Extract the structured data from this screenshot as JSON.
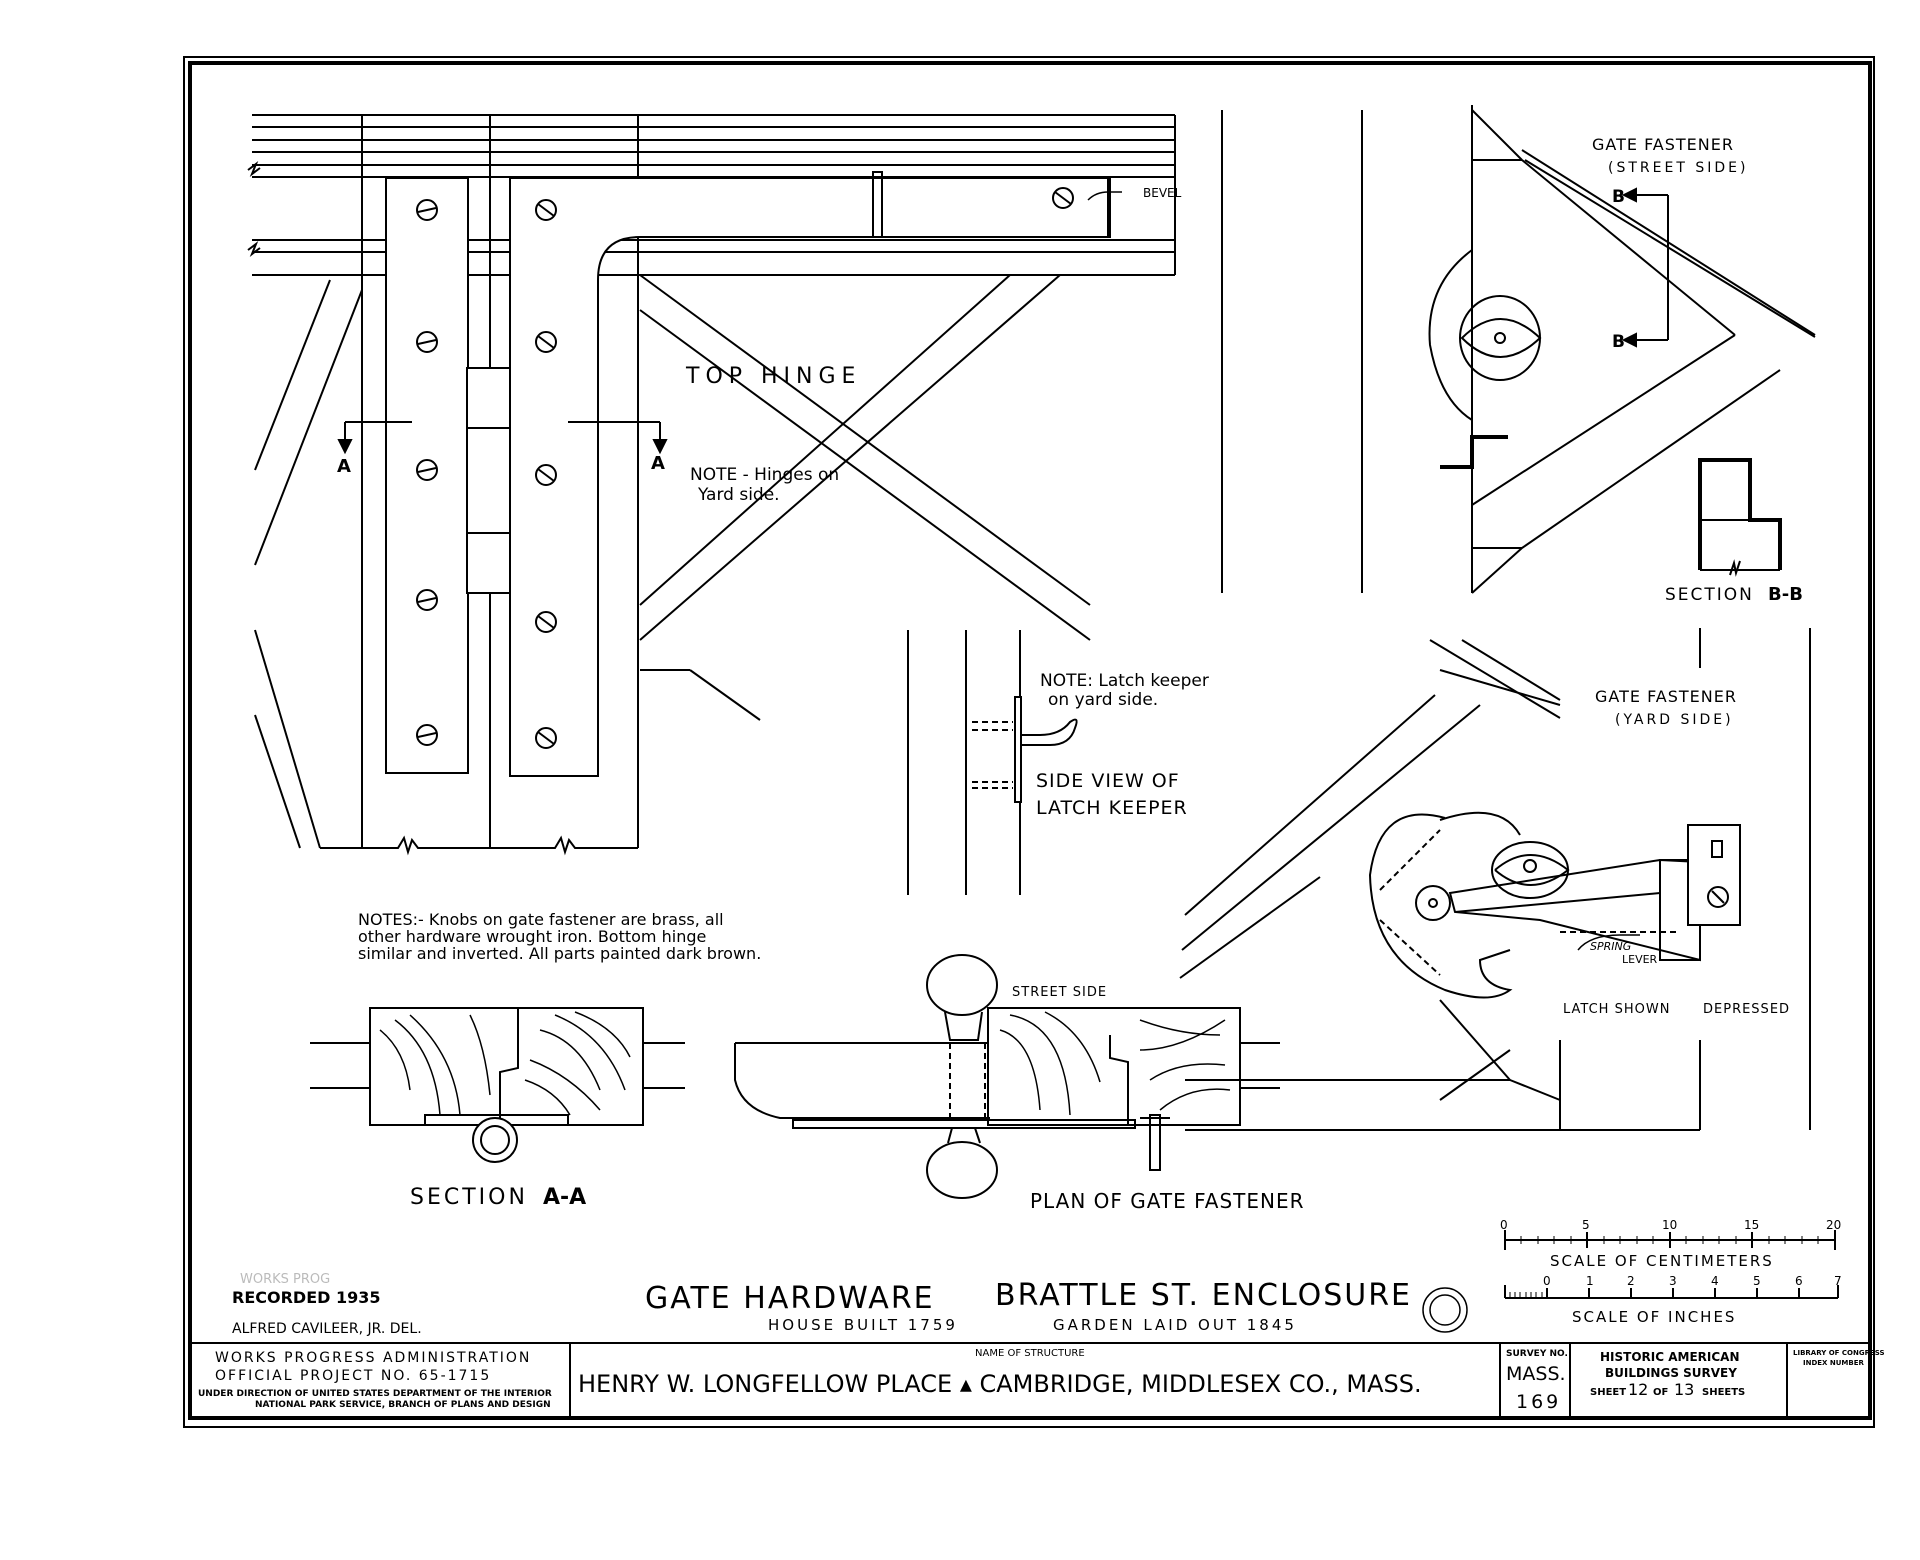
{
  "drawing": {
    "title": "GATE HARDWARE",
    "title_b": "BRATTLE ST. ENCLOSURE",
    "house_built": "HOUSE BUILT 1759",
    "garden": "GARDEN LAID OUT 1845",
    "recorded": "RECORDED 1935",
    "delineator": "ALFRED CAVILEER, JR. DEL.",
    "stamp_text": "WORKS PROG"
  },
  "labels": {
    "top_hinge": "TOP HINGE",
    "bevel": "BEVEL",
    "hinge_note_1": "NOTE - Hinges on",
    "hinge_note_2": "Yard side.",
    "section_mark": "A",
    "fastener_street": "GATE FASTENER",
    "fastener_street_sub": "(STREET SIDE)",
    "section_bb_mark": "B",
    "section_bb": "SECTION",
    "section_bb_id": "B-B",
    "latch_note_1": "NOTE: Latch keeper",
    "latch_note_2": "on yard side.",
    "side_view_1": "SIDE VIEW OF",
    "side_view_2": "LATCH KEEPER",
    "fastener_yard": "GATE FASTENER",
    "fastener_yard_sub": "(YARD SIDE)",
    "spring_1": "SPRING",
    "spring_2": "LEVER",
    "latch_shown": "LATCH SHOWN",
    "depressed": "DEPRESSED",
    "notes_1": "NOTES:- Knobs on gate fastener are brass, all",
    "notes_2": "other hardware wrought iron.  Bottom hinge",
    "notes_3": "similar and inverted. All parts painted dark brown.",
    "street_side": "STREET SIDE",
    "section_aa": "SECTION",
    "section_aa_id": "A-A",
    "plan_fastener": "PLAN OF GATE FASTENER"
  },
  "scales": {
    "cm_ticks": [
      "0",
      "5",
      "10",
      "15",
      "20"
    ],
    "cm_label": "SCALE OF CENTIMETERS",
    "in_ticks": [
      "0",
      "1",
      "2",
      "3",
      "4",
      "5",
      "6",
      "7"
    ],
    "in_label": "SCALE OF INCHES"
  },
  "title_block": {
    "wpa_1": "WORKS PROGRESS ADMINISTRATION",
    "wpa_2": "OFFICIAL PROJECT NO. 65-1715",
    "wpa_3": "UNDER DIRECTION OF UNITED STATES DEPARTMENT OF THE INTERIOR",
    "wpa_4": "NATIONAL PARK SERVICE, BRANCH OF PLANS AND DESIGN",
    "name_label": "NAME OF STRUCTURE",
    "name_value": "HENRY W. LONGFELLOW PLACE ▴ CAMBRIDGE, MIDDLESEX CO., MASS.",
    "survey_label": "SURVEY NO.",
    "survey_1": "MASS.",
    "survey_2": "169",
    "habs_1": "HISTORIC AMERICAN",
    "habs_2": "BUILDINGS SURVEY",
    "sheet_prefix": "SHEET",
    "sheet_no": "12",
    "sheet_of": "OF",
    "sheet_total": "13",
    "sheet_suffix": "SHEETS",
    "loc_1": "LIBRARY OF CONGRESS",
    "loc_2": "INDEX NUMBER"
  }
}
